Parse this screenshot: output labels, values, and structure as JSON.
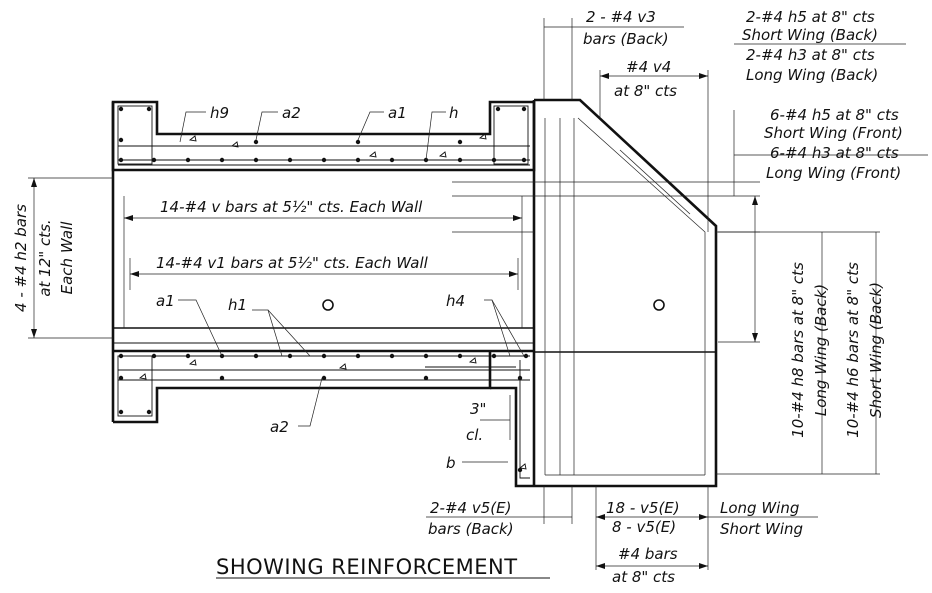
{
  "title": "SHOWING REINFORCEMENT",
  "labels": {
    "h9": "h9",
    "a2_top": "a2",
    "a1_top": "a1",
    "h_top": "h",
    "v_bars": "14-#4 v bars at 5½\" cts. Each Wall",
    "v1_bars": "14-#4 v1 bars at 5½\" cts. Each Wall",
    "a1_bot": "a1",
    "h1_bot": "h1",
    "h4_bot": "h4",
    "a2_bot": "a2",
    "cl_3": "3\"",
    "cl_cl": "cl.",
    "b": "b",
    "h2_line1": "4 - #4 h2 bars",
    "h2_line2": "at 12\" cts.",
    "h2_line3": "Each Wall",
    "v3_line1": "2 - #4 v3",
    "v3_line2": "bars (Back)",
    "v4_line1": "#4 v4",
    "v4_line2": "at 8\" cts",
    "h5b_line1": "2-#4 h5 at 8\" cts",
    "h5b_line2": "Short Wing (Back)",
    "h3b_line1": "2-#4 h3 at 8\" cts",
    "h3b_line2": "Long Wing (Back)",
    "h5f_line1": "6-#4 h5 at 8\" cts",
    "h5f_line2": "Short Wing (Front)",
    "h3f_line1": "6-#4 h3 at 8\" cts",
    "h3f_line2": "Long Wing (Front)",
    "h8_line1": "10-#4 h8 bars at 8\" cts",
    "h8_line2": "Long Wing (Back)",
    "h6_line1": "10-#4 h6 bars at 8\" cts",
    "h6_line2": "Short Wing (Back)",
    "v5e_line1": "2-#4 v5(E)",
    "v5e_line2": "bars (Back)",
    "v5_18": "18 - v5(E)",
    "v5_8": "8 - v5(E)",
    "long_wing": "Long Wing",
    "short_wing": "Short Wing",
    "bot_bars_1": "#4 bars",
    "bot_bars_2": "at 8\" cts"
  }
}
